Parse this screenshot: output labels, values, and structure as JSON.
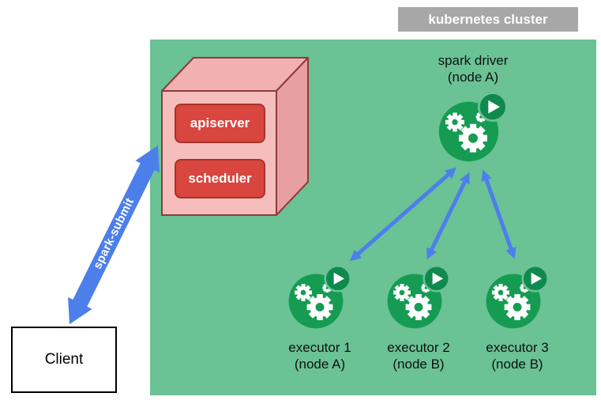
{
  "colors": {
    "cluster_bg": "#6ac295",
    "label_gray": "#a7a7a7",
    "icon_green": "#169c52",
    "icon_green_dark": "#0e8a4d",
    "arrow_blue": "#4d7fea",
    "cube_front": "#f6bdbd",
    "cube_top": "#f2b0b0",
    "cube_side": "#e89fa1",
    "cube_border": "#8e3a3a",
    "box_red": "#d9453f",
    "box_red_border": "#a93226"
  },
  "cluster": {
    "label": "kubernetes cluster"
  },
  "control_plane": {
    "apiserver": "apiserver",
    "scheduler": "scheduler"
  },
  "driver": {
    "name": "spark driver",
    "node": "(node A)"
  },
  "executors": [
    {
      "name": "executor 1",
      "node": "(node A)"
    },
    {
      "name": "executor 2",
      "node": "(node B)"
    },
    {
      "name": "executor 3",
      "node": "(node B)"
    }
  ],
  "spark_submit": {
    "label": "spark-submit"
  },
  "client": {
    "label": "Client"
  }
}
